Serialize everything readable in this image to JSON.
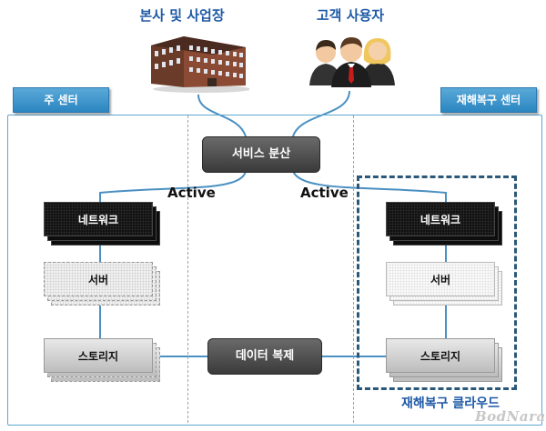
{
  "top": {
    "hq_label": "본사 및 사업장",
    "users_label": "고객 사용자"
  },
  "zones": {
    "main_center": "주 센터",
    "dr_center": "재해복구 센터"
  },
  "center": {
    "load_balancer": "서비스 분산",
    "replication": "데이터 복제",
    "active_left": "Active",
    "active_right": "Active"
  },
  "main_stack": {
    "network": "네트워크",
    "server": "서버",
    "storage": "스토리지"
  },
  "dr_stack": {
    "network": "네트워크",
    "server": "서버",
    "storage": "스토리지"
  },
  "dr_cloud_label": "재해복구 클라우드",
  "watermark": "BodNara",
  "colors": {
    "title_blue": "#1f5aa6",
    "tab_blue": "#2b86c1",
    "line_blue": "#4a90c2",
    "cloud_border": "#2b5878"
  },
  "icons": {
    "hq": "office-building-icon",
    "users": "user-group-icon"
  }
}
